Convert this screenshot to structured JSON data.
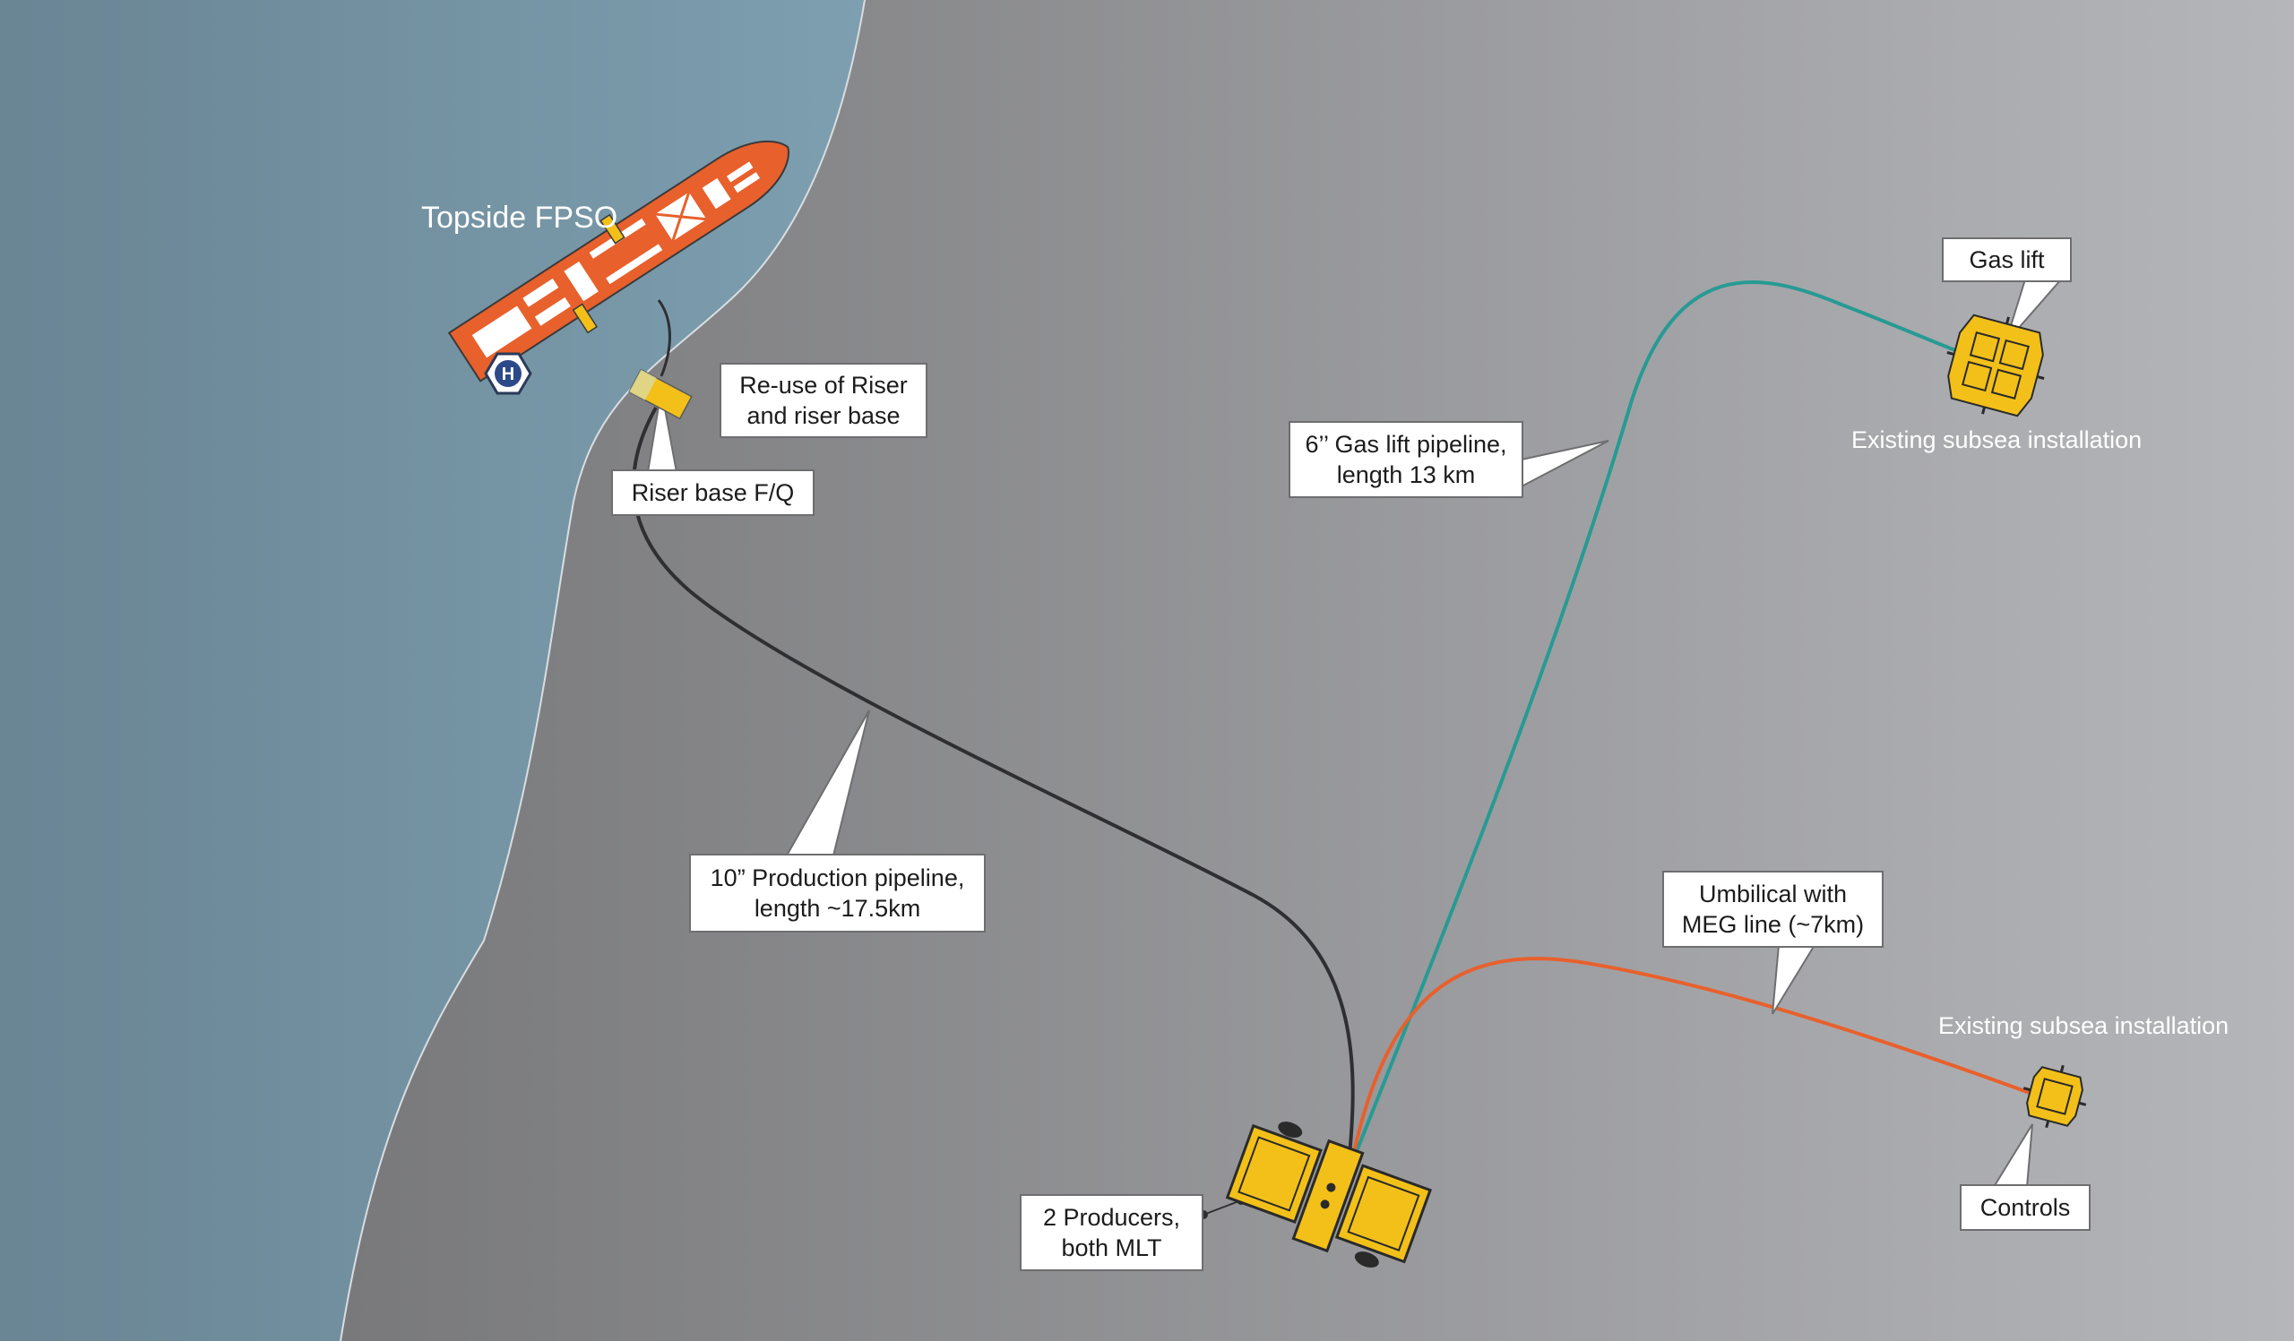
{
  "colors": {
    "sea": "#6f8c9b",
    "seabed_left": "#6e6e70",
    "seabed_right": "#b5b6ba",
    "production_line": "#2f2f33",
    "gas_lift_line": "#279a93",
    "umbilical_line": "#e8602c",
    "vessel": "#e8602c",
    "subsea_structure": "#f2c019"
  },
  "icons": {
    "vessel": "fpso-vessel-icon",
    "riser_base": "riser-base-icon",
    "manifold": "subsea-template-icon",
    "gas_lift_structure": "subsea-structure-icon",
    "controls_structure": "subsea-structure-icon",
    "logo": "hexagon-h-logo-icon"
  },
  "labels": {
    "topside": "Topside FPSO",
    "existing_1": "Existing subsea installation",
    "existing_2": "Existing subsea installation"
  },
  "callouts": {
    "riser_reuse": [
      "Re-use of Riser",
      "and riser base"
    ],
    "riser_base": [
      "Riser base F/Q"
    ],
    "production": [
      "10” Production pipeline,",
      "length ~17.5km"
    ],
    "gas_pipeline": [
      "6’’ Gas lift pipeline,",
      "length 13 km"
    ],
    "gas_lift": [
      "Gas lift"
    ],
    "umbilical": [
      "Umbilical with",
      "MEG line (~7km)"
    ],
    "producers": [
      "2  Producers,",
      "both MLT"
    ],
    "controls": [
      "Controls"
    ]
  },
  "logo_letter": "H"
}
